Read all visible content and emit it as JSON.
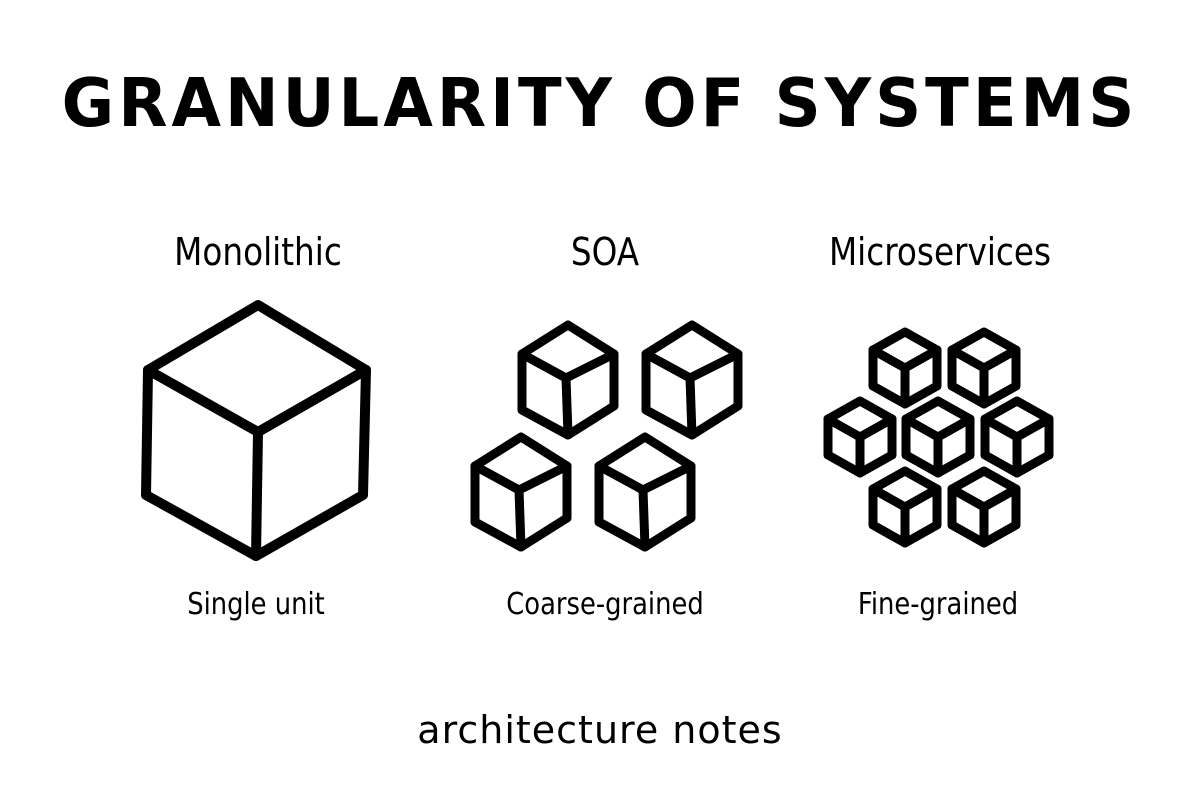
{
  "title": "GRANULARITY OF SYSTEMS",
  "columns": [
    {
      "label": "Monolithic",
      "caption": "Single unit",
      "cube_count": 1
    },
    {
      "label": "SOA",
      "caption": "Coarse-grained",
      "cube_count": 4
    },
    {
      "label": "Microservices",
      "caption": "Fine-grained",
      "cube_count": 7
    }
  ],
  "footer": "architecture notes",
  "colors": {
    "ink": "#000000",
    "background": "#ffffff"
  }
}
